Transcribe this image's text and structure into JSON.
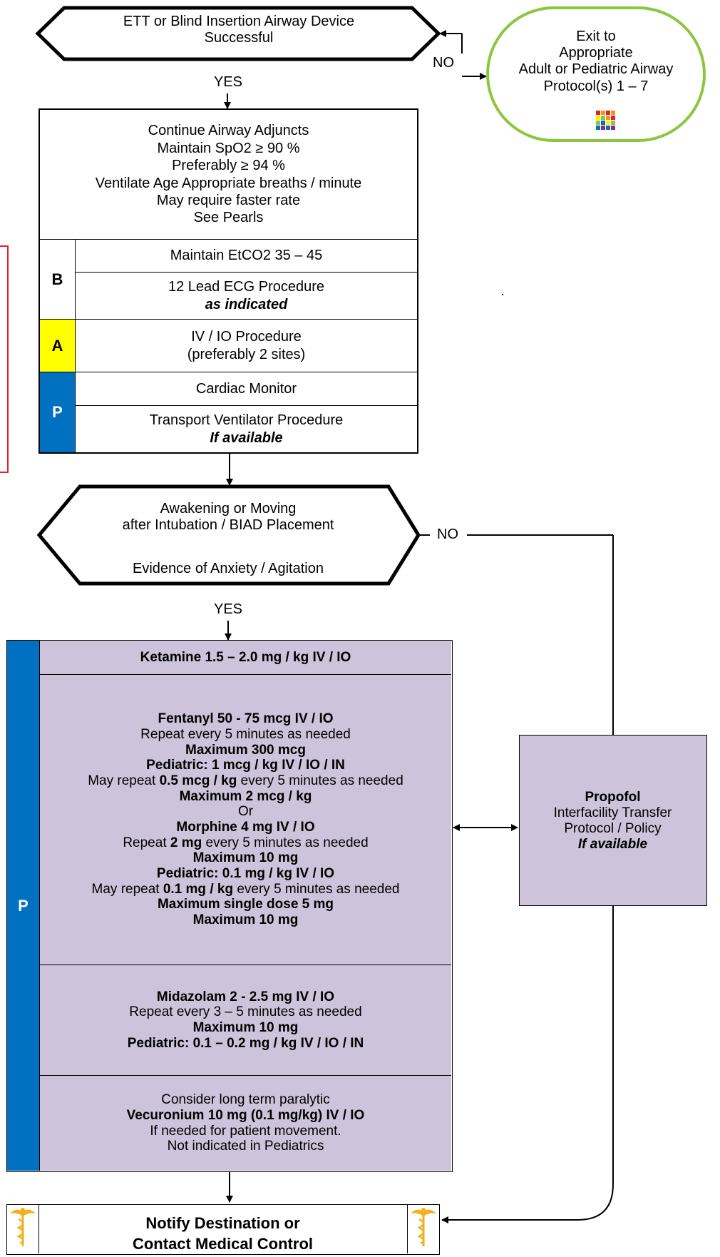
{
  "colors": {
    "exit_border": "#8cc63f",
    "level_a": "#ffff00",
    "level_p": "#0070c0",
    "medication_fill": "#cdc3da",
    "red_marker": "#e32126"
  },
  "decision_1": {
    "lines": [
      "ETT or Blind Insertion Airway Device",
      "Successful"
    ],
    "yes_label": "YES",
    "no_label": "NO"
  },
  "exit_node": {
    "lines": [
      "Exit to",
      "Appropriate",
      "Adult or Pediatric Airway",
      "Protocol(s) 1 – 7"
    ],
    "icon": "color-grid-icon"
  },
  "care_box": {
    "lines": [
      "Continue Airway Adjuncts",
      "Maintain SpO2 ≥  90 %",
      "Preferably ≥ 94 %",
      "Ventilate Age Appropriate breaths / minute",
      "May require faster rate",
      "See Pearls"
    ],
    "b_tag": "B",
    "a_tag": "A",
    "p_tag": "P",
    "etco2": "Maintain EtCO2 35 – 45",
    "ecg": "12 Lead ECG Procedure",
    "ecg_note": "as indicated",
    "iv": "IV / IO Procedure",
    "iv_note": "(preferably 2 sites)",
    "monitor": "Cardiac Monitor",
    "ventilator": "Transport Ventilator  Procedure",
    "ventilator_note": "If available"
  },
  "stray_mark": ".",
  "decision_2": {
    "line1": "Awakening or Moving",
    "line2": "after Intubation / BIAD Placement",
    "line3": "Evidence of Anxiety / Agitation",
    "yes_label": "YES",
    "no_label": "NO"
  },
  "medication_block": {
    "p_tag": "P",
    "ketamine": "Ketamine 1.5 – 2.0 mg / kg  IV / IO",
    "analgesia": [
      {
        "segments": [
          {
            "text": "Fentanyl 50 - 75 mcg IV / IO",
            "bold": true
          }
        ]
      },
      {
        "segments": [
          {
            "text": "Repeat  every 5 minutes as needed",
            "bold": false
          }
        ]
      },
      {
        "segments": [
          {
            "text": "Maximum 300 mcg",
            "bold": true
          }
        ]
      },
      {
        "segments": [
          {
            "text": "Pediatric: 1 mcg / kg IV / IO / IN",
            "bold": true
          }
        ]
      },
      {
        "segments": [
          {
            "text": "May repeat ",
            "bold": false
          },
          {
            "text": "0.5 mcg / kg",
            "bold": true
          },
          {
            "text": " every 5 minutes as needed",
            "bold": false
          }
        ]
      },
      {
        "segments": [
          {
            "text": "Maximum 2 mcg / kg",
            "bold": true
          }
        ]
      },
      {
        "segments": [
          {
            "text": "Or",
            "bold": false
          }
        ]
      },
      {
        "segments": [
          {
            "text": "Morphine 4 mg IV / IO",
            "bold": true
          }
        ]
      },
      {
        "segments": [
          {
            "text": "Repeat ",
            "bold": false
          },
          {
            "text": "2 mg",
            "bold": true
          },
          {
            "text": " every 5 minutes as needed",
            "bold": false
          }
        ]
      },
      {
        "segments": [
          {
            "text": "Maximum 10 mg",
            "bold": true
          }
        ]
      },
      {
        "segments": [
          {
            "text": "Pediatric: 0.1 mg / kg IV / IO",
            "bold": true
          }
        ]
      },
      {
        "segments": [
          {
            "text": "May repeat ",
            "bold": false
          },
          {
            "text": "0.1 mg / kg",
            "bold": true
          },
          {
            "text": " every 5 minutes as needed",
            "bold": false
          }
        ]
      },
      {
        "segments": [
          {
            "text": "Maximum single dose 5 mg",
            "bold": true
          }
        ]
      },
      {
        "segments": [
          {
            "text": "Maximum 10 mg",
            "bold": true
          }
        ]
      }
    ],
    "sedation": [
      {
        "segments": [
          {
            "text": "Midazolam 2 - 2.5 mg IV / IO",
            "bold": true
          }
        ]
      },
      {
        "segments": [
          {
            "text": "Repeat every 3 – 5 minutes as needed",
            "bold": false
          }
        ]
      },
      {
        "segments": [
          {
            "text": "Maximum 10 mg",
            "bold": true
          }
        ]
      },
      {
        "segments": [
          {
            "text": "Pediatric: 0.1 – 0.2 mg / kg IV / IO / IN",
            "bold": true
          }
        ]
      }
    ],
    "paralytic": [
      {
        "segments": [
          {
            "text": "Consider long term paralytic",
            "bold": false
          }
        ]
      },
      {
        "segments": [
          {
            "text": "Vecuronium 10 mg (0.1 mg/kg) IV / IO",
            "bold": true
          }
        ]
      },
      {
        "segments": [
          {
            "text": "If needed for patient movement.",
            "bold": false
          }
        ]
      },
      {
        "segments": [
          {
            "text": "Not indicated in Pediatrics",
            "bold": false
          }
        ]
      }
    ]
  },
  "propofol_box": {
    "title": "Propofol",
    "line2": "Interfacility Transfer",
    "line3": "Protocol / Policy",
    "note": "If available"
  },
  "final_box": {
    "line1": "Notify Destination or",
    "line2": "Contact Medical Control",
    "icon": "caduceus-icon"
  }
}
